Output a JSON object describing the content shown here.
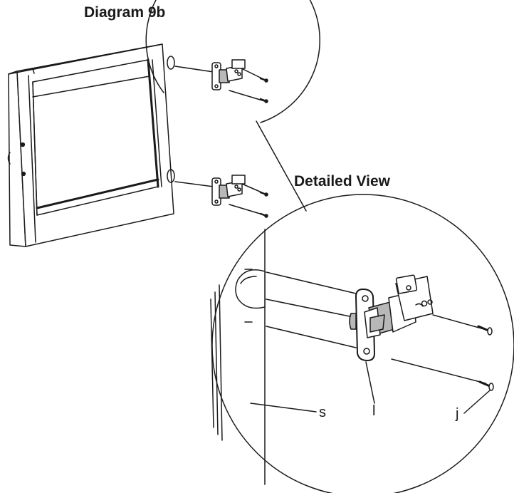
{
  "diagram_title": "Diagram 9b",
  "detail_title": "Detailed View",
  "callouts": {
    "s": "s",
    "l": "l",
    "j": "j"
  },
  "colors": {
    "line": "#1a1a1a",
    "panel_fill": "#ffffff",
    "hinge_shade": "#b8b8b8"
  }
}
